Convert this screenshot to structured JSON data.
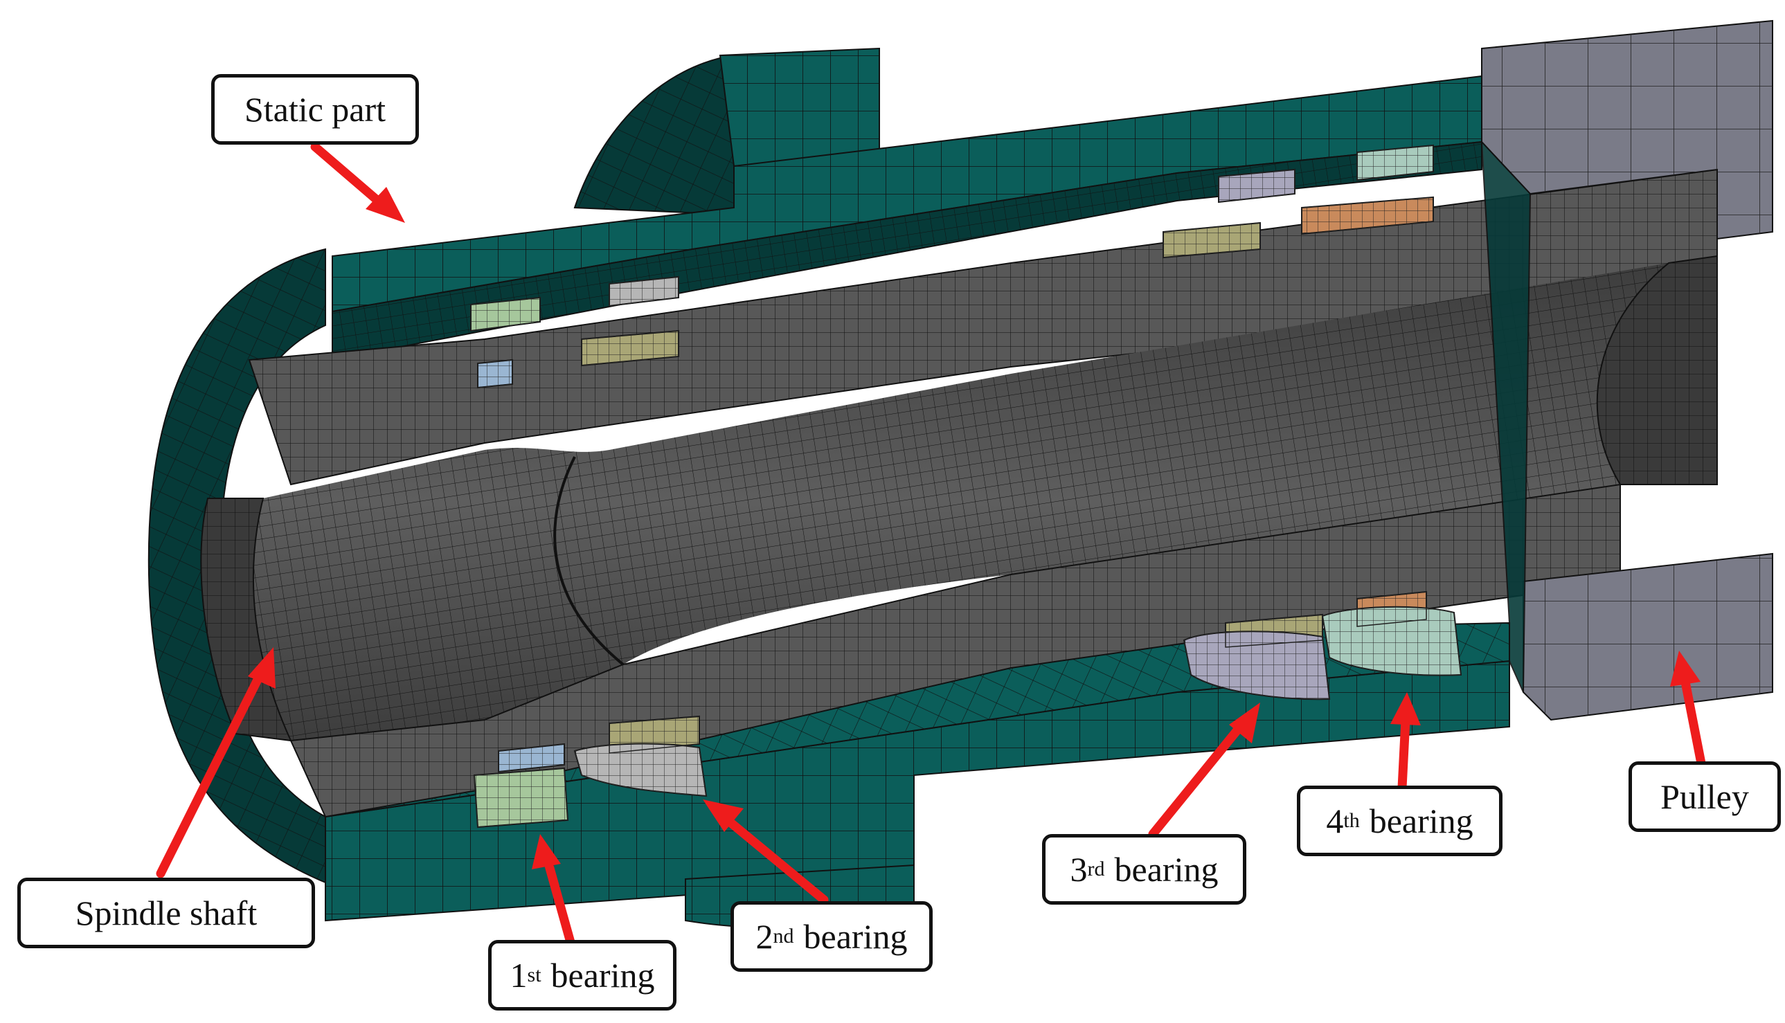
{
  "labels": {
    "static_part": "Static part",
    "spindle_shaft": "Spindle shaft",
    "pulley": "Pulley",
    "bearing_1": {
      "number": "1",
      "suffix": "st",
      "word": "bearing"
    },
    "bearing_2": {
      "number": "2",
      "suffix": "nd",
      "word": "bearing"
    },
    "bearing_3": {
      "number": "3",
      "suffix": "rd",
      "word": "bearing"
    },
    "bearing_4": {
      "number": "4",
      "suffix": "th",
      "word": "bearing"
    }
  },
  "colors": {
    "static_part": "#0b5e5a",
    "static_part_dark": "#063a38",
    "spindle_shaft": "#585858",
    "spindle_shaft_dark": "#3a3a3a",
    "pulley": "#7a7b88",
    "mesh_line": "#111111",
    "arrow": "#ee1c1c",
    "bearing_green": "#a6c79c",
    "bearing_blue": "#9ab6d2",
    "bearing_gray": "#b6b6b6",
    "bearing_olive": "#a9a676",
    "bearing_lavender": "#a8a6bc",
    "bearing_orange": "#c98a5c",
    "bearing_mint": "#a9cbbd"
  }
}
